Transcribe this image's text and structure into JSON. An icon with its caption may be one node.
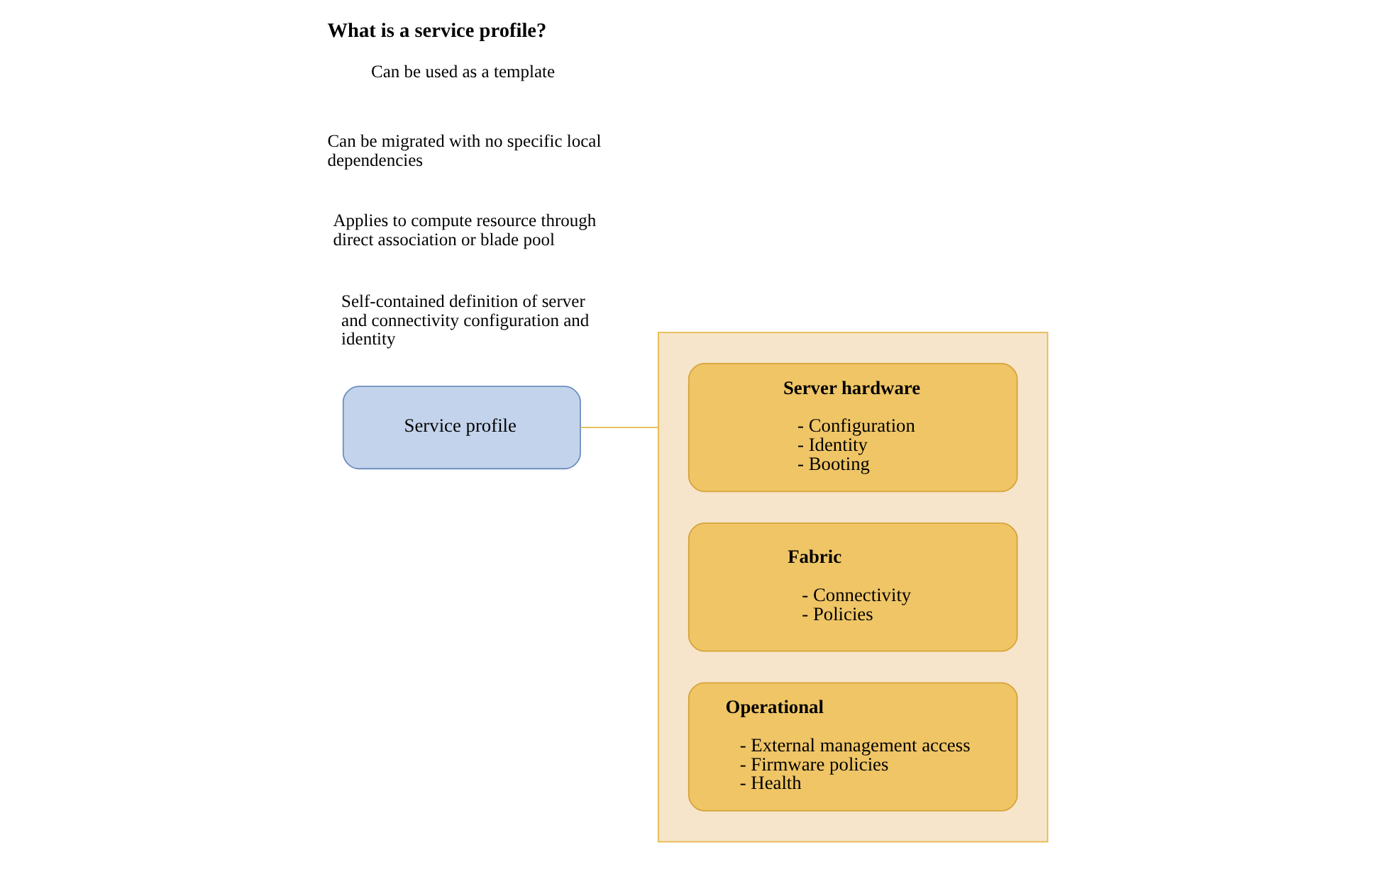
{
  "diagram": {
    "title": "What is a service profile?",
    "nodes": [
      {
        "text": [
          "Service profile"
        ]
      },
      {
        "text": [],
        "shape": "box"
      },
      {
        "text": [
          "Server hardware",
          "- Configuration",
          "- Identity",
          "- Booting"
        ],
        "in": 1
      },
      {
        "text": [
          "Fabric",
          "- Connectivity",
          "- Policies"
        ],
        "in": 1
      },
      {
        "text": [
          "Operational",
          "- External management access",
          "- Firmware policies",
          "- Health"
        ],
        "in": 1
      }
    ],
    "edges": [
      {
        "from": 0,
        "to": 1,
        "arrow": "none"
      }
    ],
    "labels": [
      "Self-contained definition of server and connectivity configuration and identity",
      "Applies to compute resource through direct association or blade pool",
      "Can be migrated with no specific local dependencies",
      "Can be used as a template"
    ]
  }
}
